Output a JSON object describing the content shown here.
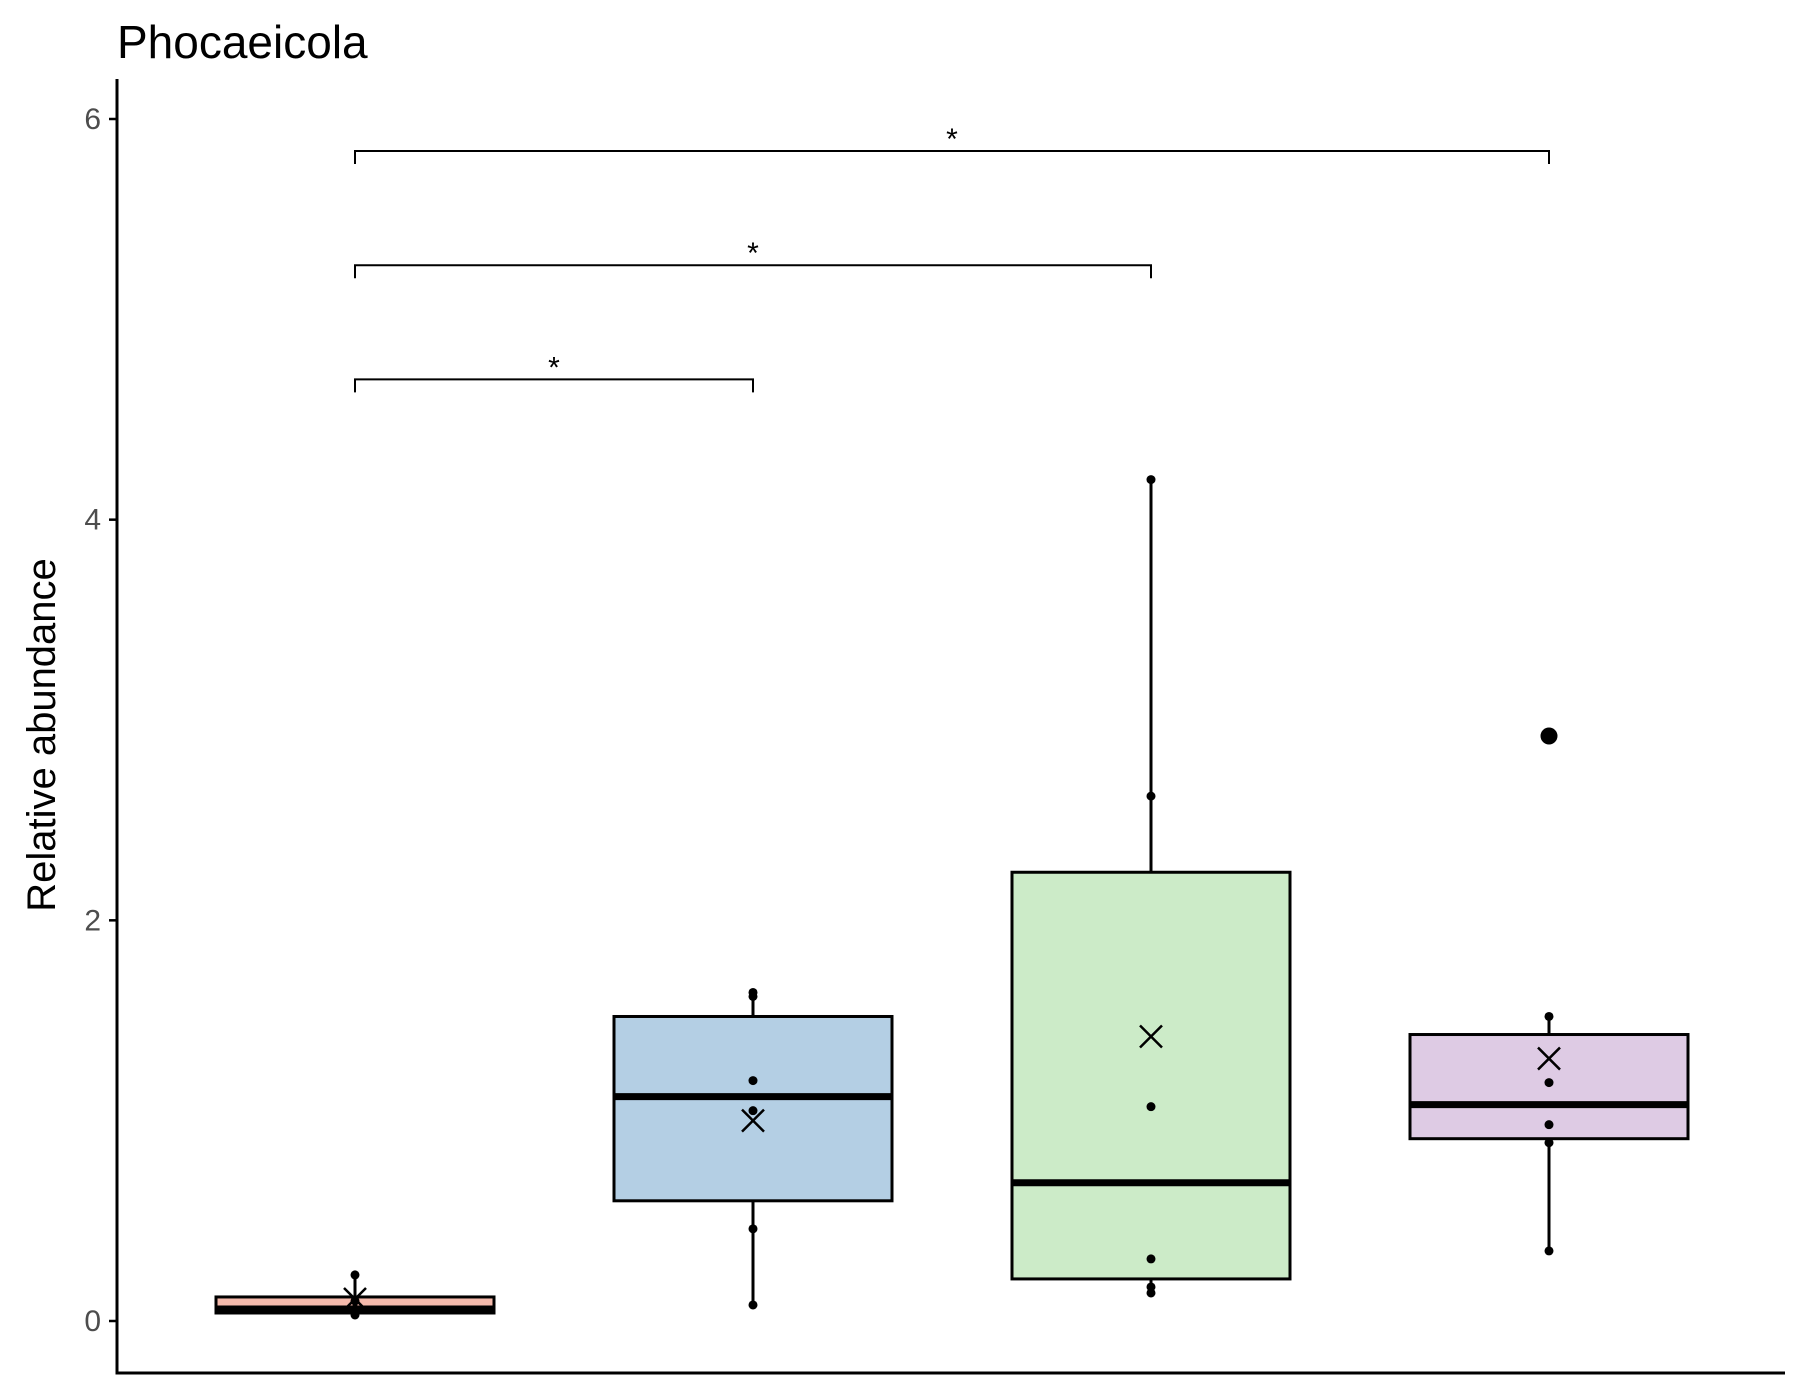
{
  "chart_data": {
    "type": "box",
    "title": "Phocaeicola",
    "xlabel": "",
    "ylabel": "Relative abundance",
    "ylim": [
      -0.27,
      6.2
    ],
    "yticks": [
      0,
      2,
      4,
      6
    ],
    "grid": false,
    "legend": "none",
    "groups": [
      {
        "fill": "#f4b9ab",
        "q1": 0.04,
        "median": 0.06,
        "q3": 0.12,
        "whisker_low": 0.03,
        "whisker_high": 0.23,
        "mean": 0.11,
        "points": [
          0.23,
          0.1,
          0.06,
          0.04,
          0.03
        ],
        "outliers": []
      },
      {
        "fill": "#b4cfe4",
        "q1": 0.6,
        "median": 1.12,
        "q3": 1.52,
        "whisker_low": 0.08,
        "whisker_high": 1.64,
        "mean": 1.0,
        "points": [
          1.64,
          1.62,
          1.2,
          1.05,
          0.46,
          0.08
        ],
        "outliers": []
      },
      {
        "fill": "#ccebc8",
        "q1": 0.21,
        "median": 0.69,
        "q3": 2.24,
        "whisker_low": 0.14,
        "whisker_high": 4.2,
        "mean": 1.42,
        "points": [
          4.2,
          2.62,
          1.07,
          0.31,
          0.17,
          0.14
        ],
        "outliers": []
      },
      {
        "fill": "#decbe4",
        "q1": 0.91,
        "median": 1.08,
        "q3": 1.43,
        "whisker_low": 0.35,
        "whisker_high": 1.52,
        "mean": 1.31,
        "points": [
          1.52,
          1.19,
          0.98,
          0.89,
          0.35
        ],
        "outliers": [
          2.92
        ]
      }
    ],
    "comparisons": [
      {
        "from": 0,
        "to": 1,
        "y": 4.7,
        "label": "*"
      },
      {
        "from": 0,
        "to": 2,
        "y": 5.27,
        "label": "*"
      },
      {
        "from": 0,
        "to": 3,
        "y": 5.84,
        "label": "*"
      }
    ]
  }
}
